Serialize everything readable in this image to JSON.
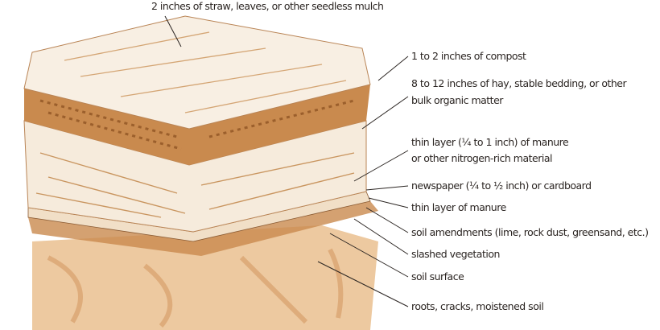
{
  "labels": {
    "top": "2 inches of straw, leaves, or other seedless mulch",
    "compost": "1 to 2 inches of compost",
    "hay_1": "8 to 12 inches of hay, stable bedding, or other",
    "hay_2": "bulk organic matter",
    "manure_1": "thin layer (¼ to 1 inch) of manure",
    "manure_2": "or other nitrogen-rich material",
    "newspaper": "newspaper (¼ to ½ inch) or cardboard",
    "thin_manure": "thin layer of manure",
    "amendments": "soil amendments (lime, rock dust, greensand, etc.)",
    "slashed": "slashed vegetation",
    "soil_surface": "soil surface",
    "roots": "roots, cracks, moistened soil"
  },
  "colors": {
    "ink": "#2b2522",
    "compost": "#c98a4e",
    "soil": "#e2b07c",
    "layer": "#f3e2cc"
  }
}
